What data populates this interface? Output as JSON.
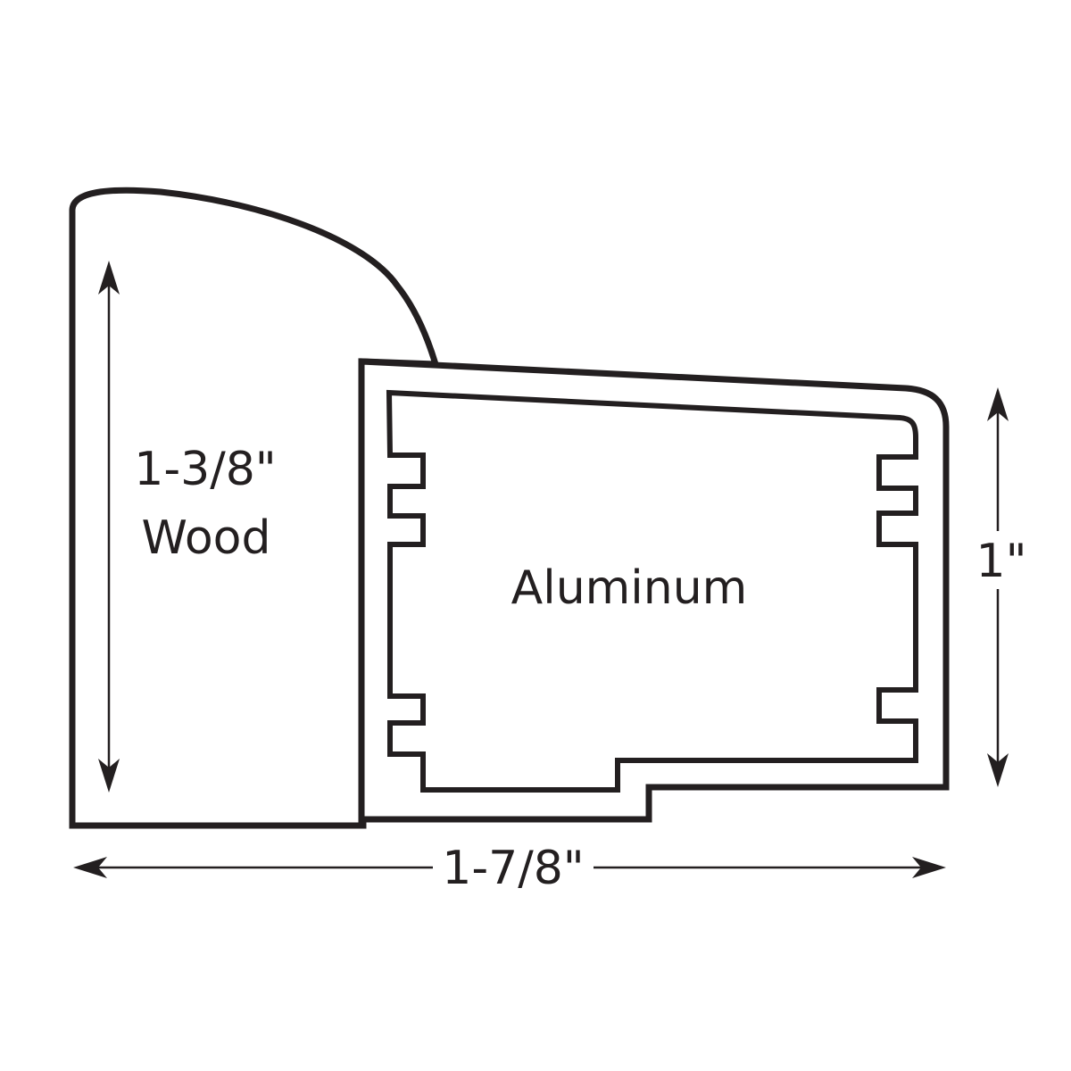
{
  "labels": {
    "wood_dimension": "1-3/8\"",
    "wood_material": "Wood",
    "aluminum_material": "Aluminum",
    "height_dimension": "1\"",
    "width_dimension": "1-7/8\""
  },
  "colors": {
    "line": "#231f20",
    "background": "#ffffff"
  }
}
